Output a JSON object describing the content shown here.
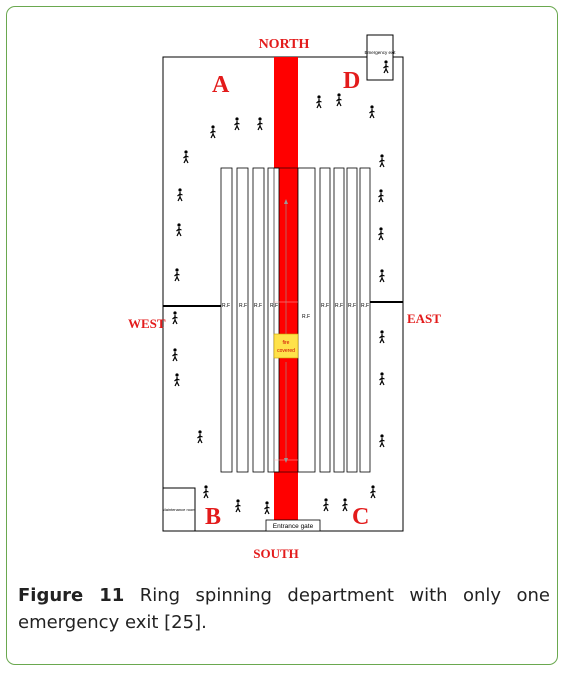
{
  "diagram": {
    "directions": {
      "north": "NORTH",
      "south": "SOUTH",
      "west": "WEST",
      "east": "EAST"
    },
    "zones": {
      "a": "A",
      "b": "B",
      "c": "C",
      "d": "D"
    },
    "emergency_exit": "Emergency exit",
    "maintenance_room": "Maintenance room",
    "entrance_gate": "Entrance gate",
    "fire_label_line1": "fire",
    "fire_label_line2": "covered",
    "machine_label": "R.F",
    "colors": {
      "fire_lane": "#ff0000",
      "fire_box": "#ffe24a",
      "direction_text": "#e31b1b",
      "frame": "#6aa84f"
    },
    "person_icon": "running-person-icon"
  },
  "caption": {
    "label": "Figure 11",
    "text": " Ring spinning department with only one emergency exit [25]."
  }
}
